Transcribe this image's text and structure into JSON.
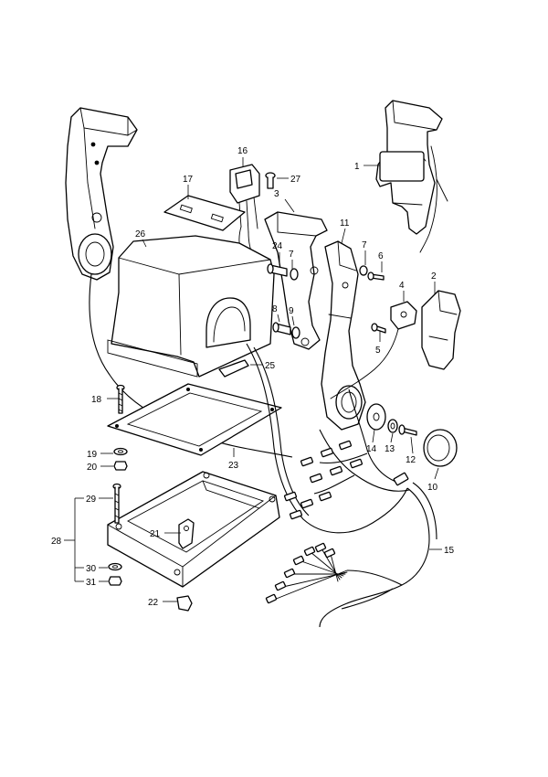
{
  "callouts": {
    "c1": "1",
    "c2": "2",
    "c4": "4",
    "c5": "5",
    "c6": "6",
    "c7a": "7",
    "c7b": "7",
    "c8": "8",
    "c9": "9",
    "c10": "10",
    "c11": "11",
    "c12": "12",
    "c13": "13",
    "c14": "14",
    "c15": "15",
    "c16": "16",
    "c17": "17",
    "c18": "18",
    "c19": "19",
    "c20": "20",
    "c21": "21",
    "c22": "22",
    "c23": "23",
    "c24": "24",
    "c25": "25",
    "c26": "26",
    "c27": "27",
    "c28": "28",
    "c29": "29",
    "c30": "30",
    "c31": "31",
    "c3": "3"
  }
}
